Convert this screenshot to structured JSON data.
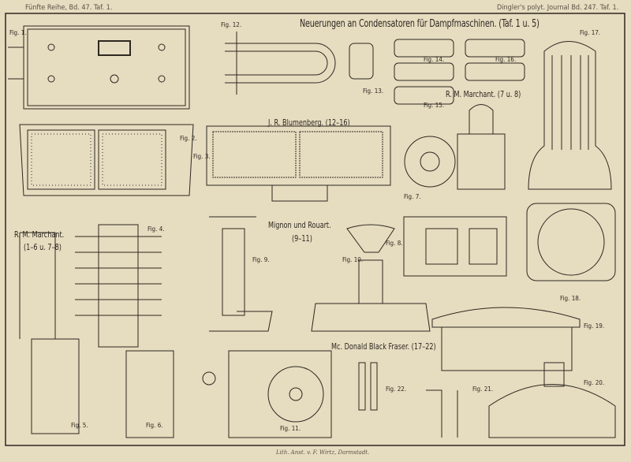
{
  "header": {
    "left": "Fünfte Reihe, Bd. 47. Taf. 1.",
    "right": "Dingler's polyt. Journal Bd. 247. Taf. 1."
  },
  "title": "Neuerungen an Condensatoren für Dampfmaschinen. (Taf. 1 u. 5)",
  "sections": {
    "blumenberg": "J. R. Blumenberg. (12–16)",
    "marchant_right": "R. M. Marchant. (7 u. 8)",
    "marchant_left": "R. M. Marchant.",
    "marchant_left_range": "(1–6 u. 7–8)",
    "mignon": "Mignon und Rouart.",
    "mignon_range": "(9–11)",
    "fraser": "Mc. Donald Black Fraser. (17–22)"
  },
  "figures": {
    "f1": "Fig. 1.",
    "f2": "Fig. 2.",
    "f3": "Fig. 3.",
    "f4": "Fig. 4.",
    "f5": "Fig. 5.",
    "f6": "Fig. 6.",
    "f7": "Fig. 7.",
    "f8": "Fig. 8.",
    "f9": "Fig. 9.",
    "f10": "Fig. 10.",
    "f11": "Fig. 11.",
    "f12": "Fig. 12.",
    "f13": "Fig. 13.",
    "f14": "Fig. 14.",
    "f15": "Fig. 15.",
    "f16": "Fig. 16.",
    "f17": "Fig. 17.",
    "f18": "Fig. 18.",
    "f19": "Fig. 19.",
    "f20": "Fig. 20.",
    "f21": "Fig. 21.",
    "f22": "Fig. 22."
  },
  "footer": "Lith. Anst. v. F. Wirtz, Darmstadt.",
  "colors": {
    "paper": "#e6dcc0",
    "ink": "#2e2820"
  }
}
